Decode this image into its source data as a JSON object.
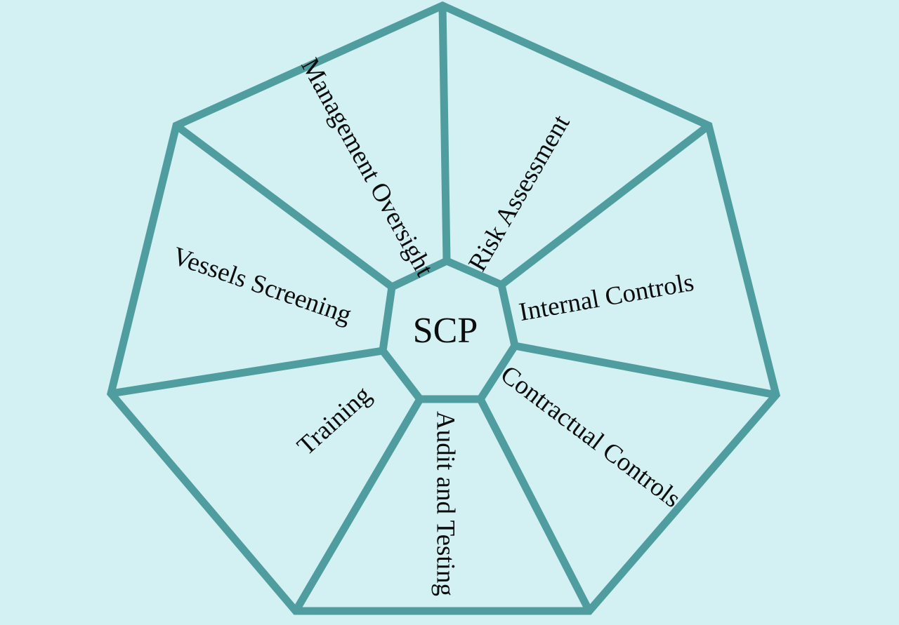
{
  "diagram": {
    "center": "SCP",
    "segments": [
      "Management Oversight",
      "Risk Assessment",
      "Internal Controls",
      "Contractual Controls",
      "Audit and Testing",
      "Training",
      "Vessels Screening"
    ],
    "colors": {
      "background": "#d3f0f2",
      "line": "#509da0",
      "text": "#0c0c0c"
    }
  }
}
